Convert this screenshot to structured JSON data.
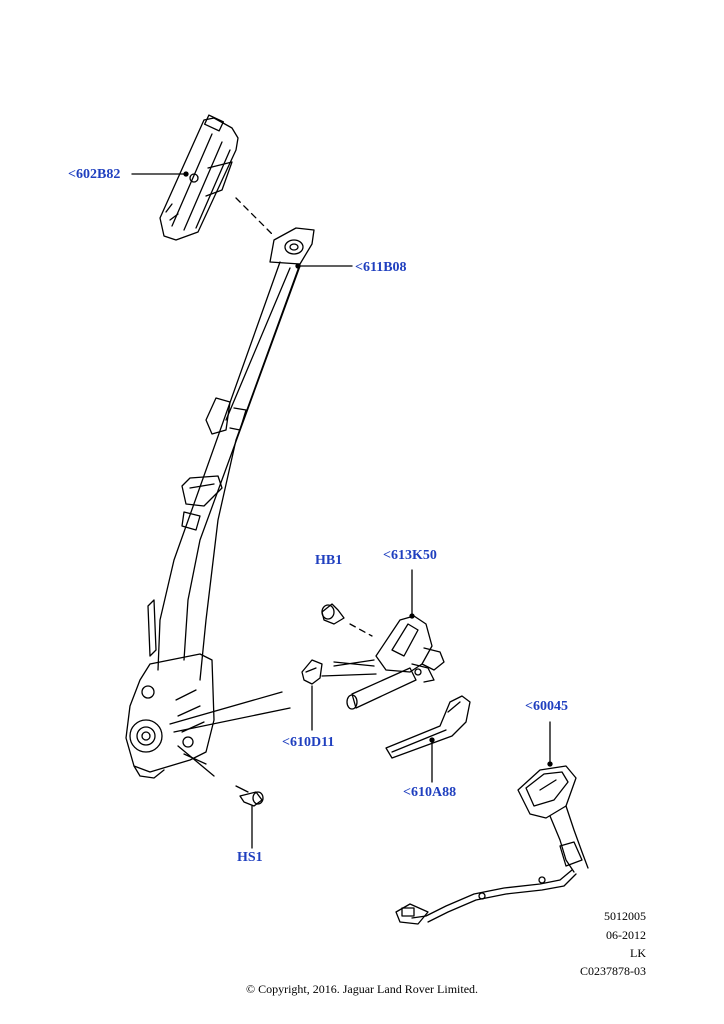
{
  "callouts": {
    "c602B82": "<602B82",
    "c611B08": "<611B08",
    "hb1": "HB1",
    "c613K50": "<613K50",
    "c610D11": "<610D11",
    "hs1": "HS1",
    "c610A88": "<610A88",
    "c60045": "<60045"
  },
  "meta": {
    "code": "5012005",
    "date": "06-2012",
    "initials": "LK",
    "image_ref": "C0237878-03"
  },
  "copyright": "© Copyright, 2016. Jaguar Land Rover Limited.",
  "colors": {
    "callout": "#1f3fbf",
    "line": "#000000"
  }
}
